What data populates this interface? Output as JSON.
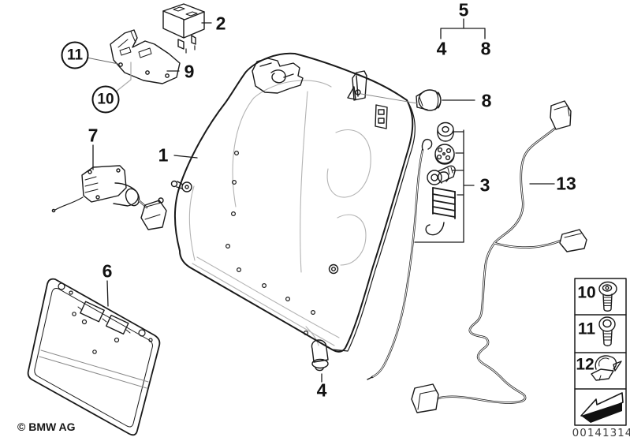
{
  "callouts": {
    "c1": "1",
    "c2": "2",
    "c3": "3",
    "c4": "4",
    "c5": "5",
    "c5a": "4",
    "c5b": "8",
    "c6": "6",
    "c7": "7",
    "c8": "8",
    "c9": "9",
    "c10": "10",
    "c11": "11",
    "c13": "13"
  },
  "legend": {
    "items": [
      {
        "label": "10",
        "icon": "oval-head-screw-icon"
      },
      {
        "label": "11",
        "icon": "button-head-screw-icon"
      },
      {
        "label": "12",
        "icon": "cable-clip-icon"
      },
      {
        "label": "",
        "icon": "direction-arrow-icon"
      }
    ]
  },
  "footer": {
    "copyright": "© BMW AG",
    "image_number": "00141314"
  },
  "colors": {
    "line": "#1a1a1a",
    "seam": "#b3b3b3",
    "background": "#ffffff"
  }
}
